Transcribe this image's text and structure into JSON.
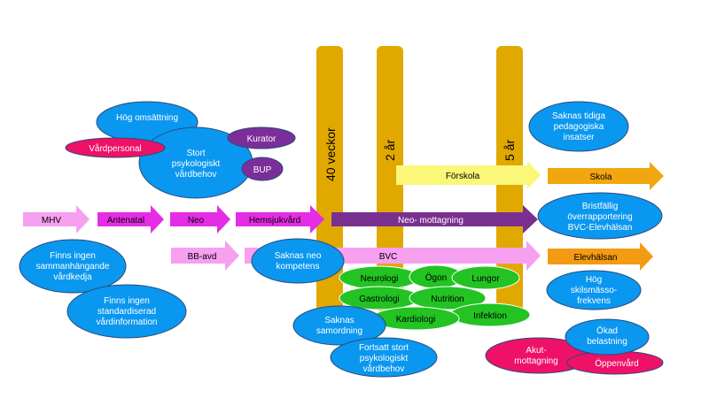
{
  "colors": {
    "timeline_bar": "#E1A800",
    "blue_ellipse": "#0A97F0",
    "purple": "#7B2E9A",
    "pink": "#EE1167",
    "green": "#22C322",
    "light_pink": "#F7A0F0",
    "magenta": "#E52DE5",
    "violet": "#7A3090",
    "yellow": "#FAF779",
    "orange": "#F39B12",
    "ellipse_stroke": "#2A4A7A"
  },
  "timeline": {
    "bar_40_veckor": "40 veckor",
    "bar_2_ar": "2 år",
    "bar_5_ar": "5 år"
  },
  "arrows": {
    "mhv": "MHV",
    "antenatal": "Antenatal",
    "neo": "Neo",
    "hemsjukvard": "Hemsjukvård",
    "neo_mottagning": "Neo- mottagning",
    "bb_avd": "BB-avd",
    "bvc": "BVC",
    "forskola": "Förskola",
    "skola": "Skola",
    "elevhalsan": "Elevhälsan"
  },
  "problems": {
    "hog_omsattning": "Hög omsättning",
    "vardpersonal": "Vårdpersonal",
    "stort_psykologiskt": "Stort psykologiskt vårdbehov",
    "kurator": "Kurator",
    "bup": "BUP",
    "ingen_vardkedja": "Finns ingen sammanhängande vårdkedja",
    "ingen_vardinformation": "Finns ingen standardiserad vårdinformation",
    "saknas_neo_kompetens": "Saknas neo kompetens",
    "saknas_samordning": "Saknas samordning",
    "fortsatt_stort": "Fortsatt stort psykologiskt vårdbehov",
    "saknas_tidiga": "Saknas tidiga pedagogiska insatser",
    "bristfallig": "Bristfällig överrapportering BVC-Elevhälsan",
    "hog_skilsmassofrekvens": "Hög skilsmässo-frekvens",
    "okad_belastning": "Ökad belastning",
    "akutmottagning": "Akut-mottagning",
    "oppenvard": "Öppenvård"
  },
  "specialties": {
    "neurologi": "Neurologi",
    "ogon": "Ögon",
    "lungor": "Lungor",
    "gastrologi": "Gastrologi",
    "nutrition": "Nutrition",
    "kardiologi": "Kardiologi",
    "infektion": "Infektion"
  }
}
